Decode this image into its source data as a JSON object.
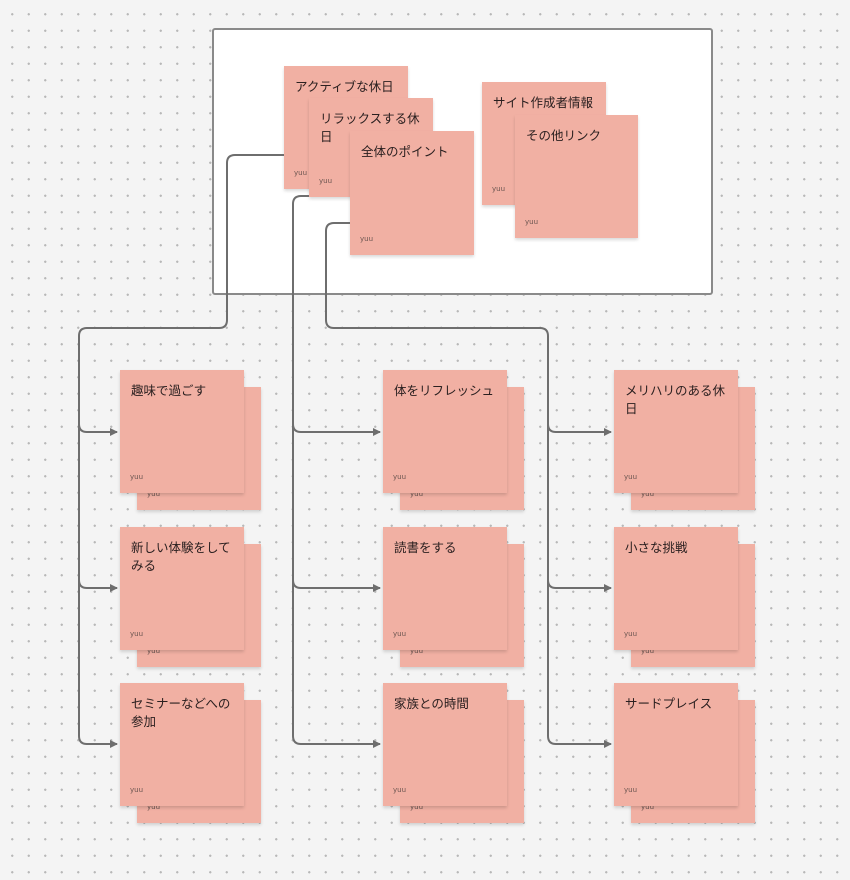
{
  "frame_notes": [
    {
      "title": "アクティブな休日",
      "author": "yuu"
    },
    {
      "title": "リラックスする休日",
      "author": "yuu"
    },
    {
      "title": "全体のポイント",
      "author": "yuu"
    },
    {
      "title": "サイト作成者情報",
      "author": "yuu"
    },
    {
      "title": "その他リンク",
      "author": "yuu"
    }
  ],
  "columns": [
    {
      "notes": [
        {
          "title": "趣味で過ごす",
          "author": "yuu",
          "back_author": "yuu"
        },
        {
          "title": "新しい体験をしてみる",
          "author": "yuu",
          "back_author": "yuu"
        },
        {
          "title": "セミナーなどへの参加",
          "author": "yuu",
          "back_author": "yuu"
        }
      ]
    },
    {
      "notes": [
        {
          "title": "体をリフレッシュ",
          "author": "yuu",
          "back_author": "yuu"
        },
        {
          "title": "読書をする",
          "author": "yuu",
          "back_author": "yuu"
        },
        {
          "title": "家族との時間",
          "author": "yuu",
          "back_author": "yuu"
        }
      ]
    },
    {
      "notes": [
        {
          "title": "メリハリのある休日",
          "author": "yuu",
          "back_author": "yuu"
        },
        {
          "title": "小さな挑戦",
          "author": "yuu",
          "back_author": "yuu"
        },
        {
          "title": "サードプレイス",
          "author": "yuu",
          "back_author": "yuu"
        }
      ]
    }
  ],
  "colors": {
    "sticky": "#f1b0a3",
    "connector": "#6e6e6e",
    "canvas": "#f4f4f4"
  }
}
